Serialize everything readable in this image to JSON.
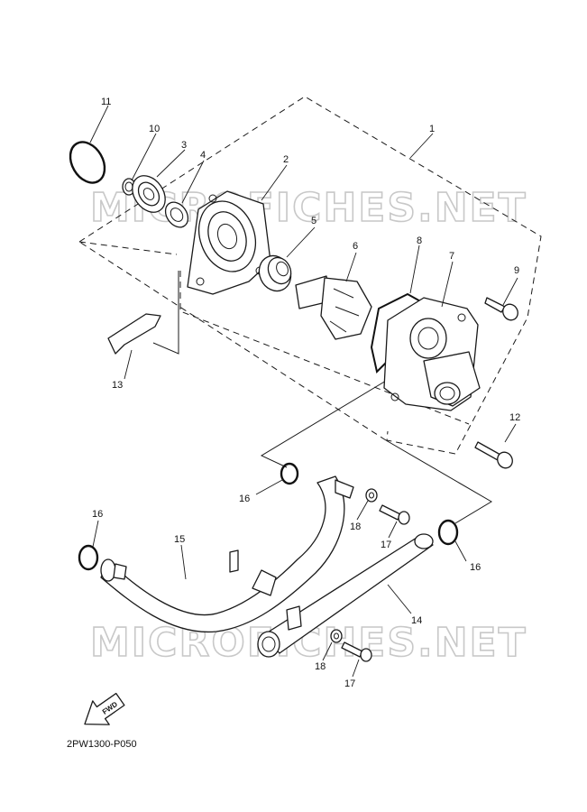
{
  "watermark": "MICROFICHES.NET",
  "diagram_code": "2PW1300-P050",
  "fwd_label": "FWD",
  "callouts": [
    {
      "id": "1",
      "label": "1"
    },
    {
      "id": "2",
      "label": "2"
    },
    {
      "id": "3",
      "label": "3"
    },
    {
      "id": "4",
      "label": "4"
    },
    {
      "id": "5",
      "label": "5"
    },
    {
      "id": "6",
      "label": "6"
    },
    {
      "id": "7",
      "label": "7"
    },
    {
      "id": "8",
      "label": "8"
    },
    {
      "id": "9",
      "label": "9"
    },
    {
      "id": "10",
      "label": "10"
    },
    {
      "id": "11",
      "label": "11"
    },
    {
      "id": "12",
      "label": "12"
    },
    {
      "id": "13",
      "label": "13"
    },
    {
      "id": "14",
      "label": "14"
    },
    {
      "id": "15",
      "label": "15"
    },
    {
      "id": "16a",
      "label": "16"
    },
    {
      "id": "16b",
      "label": "16"
    },
    {
      "id": "16c",
      "label": "16"
    },
    {
      "id": "17a",
      "label": "17"
    },
    {
      "id": "17b",
      "label": "17"
    },
    {
      "id": "18a",
      "label": "18"
    },
    {
      "id": "18b",
      "label": "18"
    }
  ]
}
